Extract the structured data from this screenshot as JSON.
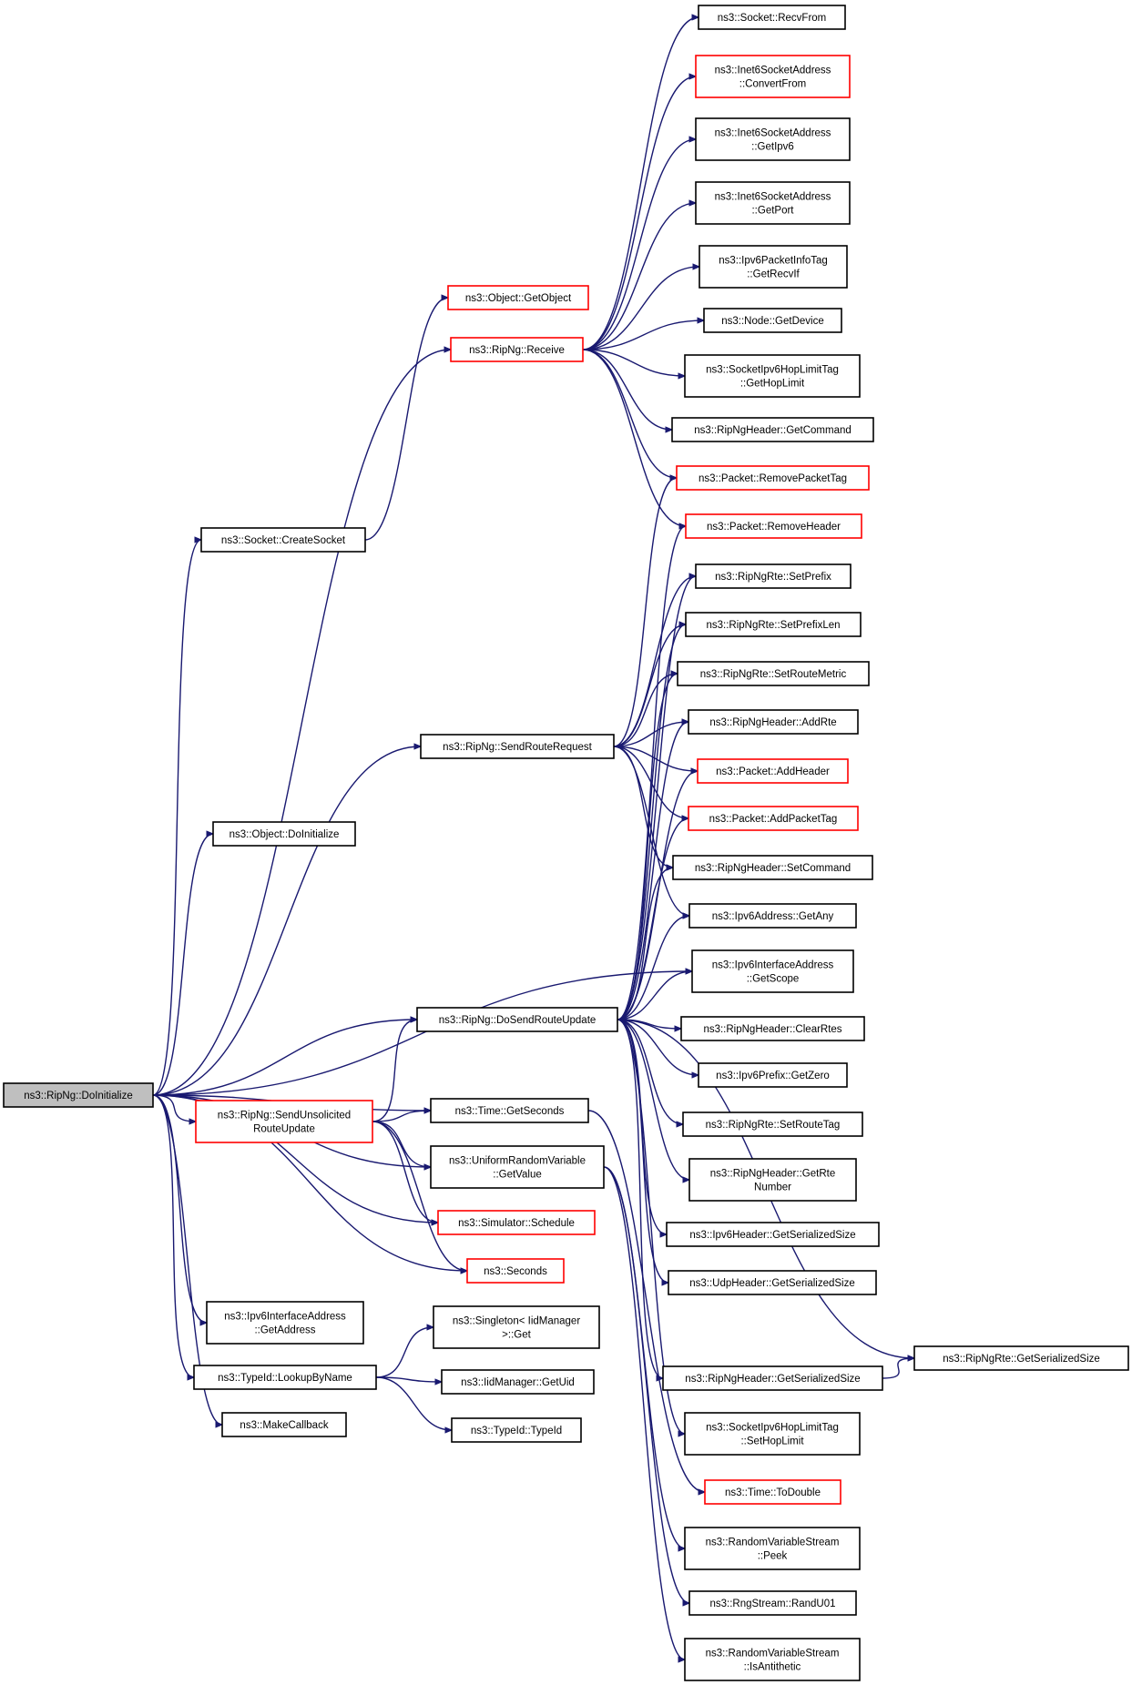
{
  "diagram": {
    "type": "call-graph",
    "colors": {
      "edge": "#191970",
      "node_border": "#000000",
      "node_border_incomplete": "#ff0000",
      "root_fill": "#bfbfbf"
    },
    "nodes": {
      "root": {
        "lines": [
          "ns3::RipNg::DoInitialize"
        ],
        "incomplete": false,
        "root": true
      },
      "createSocket": {
        "lines": [
          "ns3::Socket::CreateSocket"
        ],
        "incomplete": false
      },
      "objDoInit": {
        "lines": [
          "ns3::Object::DoInitialize"
        ],
        "incomplete": false
      },
      "sendRouteRequest": {
        "lines": [
          "ns3::RipNg::SendRouteRequest"
        ],
        "incomplete": false
      },
      "doSendRouteUpdate": {
        "lines": [
          "ns3::RipNg::DoSendRouteUpdate"
        ],
        "incomplete": false
      },
      "sendUnsolicited": {
        "lines": [
          "ns3::RipNg::SendUnsolicited",
          "RouteUpdate"
        ],
        "incomplete": true
      },
      "ifaceGetAddress": {
        "lines": [
          "ns3::Ipv6InterfaceAddress",
          "::GetAddress"
        ],
        "incomplete": false
      },
      "lookupByName": {
        "lines": [
          "ns3::TypeId::LookupByName"
        ],
        "incomplete": false
      },
      "makeCallback": {
        "lines": [
          "ns3::MakeCallback"
        ],
        "incomplete": false
      },
      "getObject": {
        "lines": [
          "ns3::Object::GetObject"
        ],
        "incomplete": true
      },
      "receive": {
        "lines": [
          "ns3::RipNg::Receive"
        ],
        "incomplete": true
      },
      "timeGetSeconds": {
        "lines": [
          "ns3::Time::GetSeconds"
        ],
        "incomplete": false
      },
      "urvGetValue": {
        "lines": [
          "ns3::UniformRandomVariable",
          "::GetValue"
        ],
        "incomplete": false
      },
      "schedule": {
        "lines": [
          "ns3::Simulator::Schedule"
        ],
        "incomplete": true
      },
      "seconds": {
        "lines": [
          "ns3::Seconds"
        ],
        "incomplete": true
      },
      "singletonGet": {
        "lines": [
          "ns3::Singleton< IidManager",
          ">::Get"
        ],
        "incomplete": false
      },
      "iidGetUid": {
        "lines": [
          "ns3::IidManager::GetUid"
        ],
        "incomplete": false
      },
      "typeIdCtor": {
        "lines": [
          "ns3::TypeId::TypeId"
        ],
        "incomplete": false
      },
      "recvFrom": {
        "lines": [
          "ns3::Socket::RecvFrom"
        ],
        "incomplete": false
      },
      "convertFrom": {
        "lines": [
          "ns3::Inet6SocketAddress",
          "::ConvertFrom"
        ],
        "incomplete": true
      },
      "getIpv6": {
        "lines": [
          "ns3::Inet6SocketAddress",
          "::GetIpv6"
        ],
        "incomplete": false
      },
      "getPort": {
        "lines": [
          "ns3::Inet6SocketAddress",
          "::GetPort"
        ],
        "incomplete": false
      },
      "getRecvIf": {
        "lines": [
          "ns3::Ipv6PacketInfoTag",
          "::GetRecvIf"
        ],
        "incomplete": false
      },
      "getDevice": {
        "lines": [
          "ns3::Node::GetDevice"
        ],
        "incomplete": false
      },
      "getHopLimit": {
        "lines": [
          "ns3::SocketIpv6HopLimitTag",
          "::GetHopLimit"
        ],
        "incomplete": false
      },
      "getCommand": {
        "lines": [
          "ns3::RipNgHeader::GetCommand"
        ],
        "incomplete": false
      },
      "removePacketTag": {
        "lines": [
          "ns3::Packet::RemovePacketTag"
        ],
        "incomplete": true
      },
      "removeHeader": {
        "lines": [
          "ns3::Packet::RemoveHeader"
        ],
        "incomplete": true
      },
      "setPrefix": {
        "lines": [
          "ns3::RipNgRte::SetPrefix"
        ],
        "incomplete": false
      },
      "setPrefixLen": {
        "lines": [
          "ns3::RipNgRte::SetPrefixLen"
        ],
        "incomplete": false
      },
      "setRouteMetric": {
        "lines": [
          "ns3::RipNgRte::SetRouteMetric"
        ],
        "incomplete": false
      },
      "addRte": {
        "lines": [
          "ns3::RipNgHeader::AddRte"
        ],
        "incomplete": false
      },
      "addHeader": {
        "lines": [
          "ns3::Packet::AddHeader"
        ],
        "incomplete": true
      },
      "addPacketTag": {
        "lines": [
          "ns3::Packet::AddPacketTag"
        ],
        "incomplete": true
      },
      "setCommand": {
        "lines": [
          "ns3::RipNgHeader::SetCommand"
        ],
        "incomplete": false
      },
      "getAny": {
        "lines": [
          "ns3::Ipv6Address::GetAny"
        ],
        "incomplete": false
      },
      "getScope": {
        "lines": [
          "ns3::Ipv6InterfaceAddress",
          "::GetScope"
        ],
        "incomplete": false
      },
      "clearRtes": {
        "lines": [
          "ns3::RipNgHeader::ClearRtes"
        ],
        "incomplete": false
      },
      "getZero": {
        "lines": [
          "ns3::Ipv6Prefix::GetZero"
        ],
        "incomplete": false
      },
      "setRouteTag": {
        "lines": [
          "ns3::RipNgRte::SetRouteTag"
        ],
        "incomplete": false
      },
      "getRteNumber": {
        "lines": [
          "ns3::RipNgHeader::GetRte",
          "Number"
        ],
        "incomplete": false
      },
      "ipv6HdrSize": {
        "lines": [
          "ns3::Ipv6Header::GetSerializedSize"
        ],
        "incomplete": false
      },
      "udpHdrSize": {
        "lines": [
          "ns3::UdpHeader::GetSerializedSize"
        ],
        "incomplete": false
      },
      "ripngHdrSize": {
        "lines": [
          "ns3::RipNgHeader::GetSerializedSize"
        ],
        "incomplete": false
      },
      "rteSize": {
        "lines": [
          "ns3::RipNgRte::GetSerializedSize"
        ],
        "incomplete": false
      },
      "setHopLimit": {
        "lines": [
          "ns3::SocketIpv6HopLimitTag",
          "::SetHopLimit"
        ],
        "incomplete": false
      },
      "toDouble": {
        "lines": [
          "ns3::Time::ToDouble"
        ],
        "incomplete": true
      },
      "peek": {
        "lines": [
          "ns3::RandomVariableStream",
          "::Peek"
        ],
        "incomplete": false
      },
      "randU01": {
        "lines": [
          "ns3::RngStream::RandU01"
        ],
        "incomplete": false
      },
      "isAntithetic": {
        "lines": [
          "ns3::RandomVariableStream",
          "::IsAntithetic"
        ],
        "incomplete": false
      }
    },
    "edges": [
      [
        "root",
        "createSocket"
      ],
      [
        "root",
        "objDoInit"
      ],
      [
        "root",
        "sendRouteRequest"
      ],
      [
        "root",
        "doSendRouteUpdate"
      ],
      [
        "root",
        "sendUnsolicited"
      ],
      [
        "root",
        "ifaceGetAddress"
      ],
      [
        "root",
        "lookupByName"
      ],
      [
        "root",
        "makeCallback"
      ],
      [
        "root",
        "receive"
      ],
      [
        "root",
        "getScope"
      ],
      [
        "root",
        "timeGetSeconds"
      ],
      [
        "root",
        "urvGetValue"
      ],
      [
        "root",
        "schedule"
      ],
      [
        "root",
        "seconds"
      ],
      [
        "createSocket",
        "getObject"
      ],
      [
        "receive",
        "recvFrom"
      ],
      [
        "receive",
        "convertFrom"
      ],
      [
        "receive",
        "getIpv6"
      ],
      [
        "receive",
        "getPort"
      ],
      [
        "receive",
        "getRecvIf"
      ],
      [
        "receive",
        "getDevice"
      ],
      [
        "receive",
        "getHopLimit"
      ],
      [
        "receive",
        "getCommand"
      ],
      [
        "receive",
        "removePacketTag"
      ],
      [
        "receive",
        "removeHeader"
      ],
      [
        "sendRouteRequest",
        "removePacketTag"
      ],
      [
        "sendRouteRequest",
        "setPrefix"
      ],
      [
        "sendRouteRequest",
        "setPrefixLen"
      ],
      [
        "sendRouteRequest",
        "setRouteMetric"
      ],
      [
        "sendRouteRequest",
        "addRte"
      ],
      [
        "sendRouteRequest",
        "addHeader"
      ],
      [
        "sendRouteRequest",
        "addPacketTag"
      ],
      [
        "sendRouteRequest",
        "setCommand"
      ],
      [
        "sendRouteRequest",
        "getAny"
      ],
      [
        "doSendRouteUpdate",
        "removeHeader"
      ],
      [
        "doSendRouteUpdate",
        "setPrefix"
      ],
      [
        "doSendRouteUpdate",
        "setPrefixLen"
      ],
      [
        "doSendRouteUpdate",
        "setRouteMetric"
      ],
      [
        "doSendRouteUpdate",
        "addRte"
      ],
      [
        "doSendRouteUpdate",
        "addHeader"
      ],
      [
        "doSendRouteUpdate",
        "addPacketTag"
      ],
      [
        "doSendRouteUpdate",
        "setCommand"
      ],
      [
        "doSendRouteUpdate",
        "getAny"
      ],
      [
        "doSendRouteUpdate",
        "getScope"
      ],
      [
        "doSendRouteUpdate",
        "clearRtes"
      ],
      [
        "doSendRouteUpdate",
        "getZero"
      ],
      [
        "doSendRouteUpdate",
        "setRouteTag"
      ],
      [
        "doSendRouteUpdate",
        "getRteNumber"
      ],
      [
        "doSendRouteUpdate",
        "ipv6HdrSize"
      ],
      [
        "doSendRouteUpdate",
        "udpHdrSize"
      ],
      [
        "doSendRouteUpdate",
        "ripngHdrSize"
      ],
      [
        "doSendRouteUpdate",
        "rteSize"
      ],
      [
        "doSendRouteUpdate",
        "setHopLimit"
      ],
      [
        "sendUnsolicited",
        "doSendRouteUpdate"
      ],
      [
        "sendUnsolicited",
        "timeGetSeconds"
      ],
      [
        "sendUnsolicited",
        "urvGetValue"
      ],
      [
        "sendUnsolicited",
        "schedule"
      ],
      [
        "sendUnsolicited",
        "seconds"
      ],
      [
        "timeGetSeconds",
        "toDouble"
      ],
      [
        "urvGetValue",
        "peek"
      ],
      [
        "urvGetValue",
        "randU01"
      ],
      [
        "urvGetValue",
        "isAntithetic"
      ],
      [
        "ripngHdrSize",
        "rteSize"
      ],
      [
        "lookupByName",
        "singletonGet"
      ],
      [
        "lookupByName",
        "iidGetUid"
      ],
      [
        "lookupByName",
        "typeIdCtor"
      ]
    ]
  }
}
